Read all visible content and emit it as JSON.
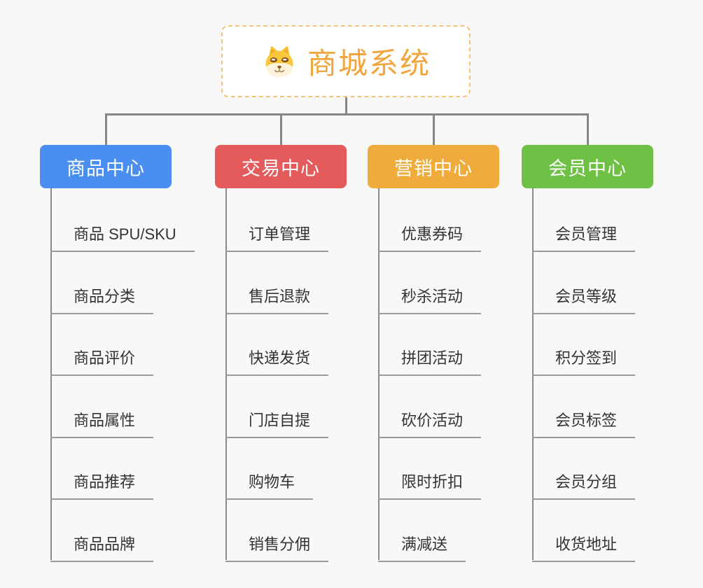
{
  "root": {
    "title": "商城系统",
    "icon": "shiba-dog-icon"
  },
  "branches": [
    {
      "label": "商品中心",
      "color": "#4a8ff0",
      "children": [
        "商品 SPU/SKU",
        "商品分类",
        "商品评价",
        "商品属性",
        "商品推荐",
        "商品品牌"
      ]
    },
    {
      "label": "交易中心",
      "color": "#e35b5b",
      "children": [
        "订单管理",
        "售后退款",
        "快递发货",
        "门店自提",
        "购物车",
        "销售分佣"
      ]
    },
    {
      "label": "营销中心",
      "color": "#efac3d",
      "children": [
        "优惠券码",
        "秒杀活动",
        "拼团活动",
        "砍价活动",
        "限时折扣",
        "满减送"
      ]
    },
    {
      "label": "会员中心",
      "color": "#6ec145",
      "children": [
        "会员管理",
        "会员等级",
        "积分签到",
        "会员标签",
        "会员分组",
        "收货地址"
      ]
    }
  ],
  "palette": {
    "background": "#f8f8f8",
    "connector": "#868686",
    "spine": "#8a8a8a",
    "underline": "#9a9a9a",
    "leaf_text": "#333333",
    "root_text": "#f2a53c",
    "root_border": "#f3c47c"
  }
}
